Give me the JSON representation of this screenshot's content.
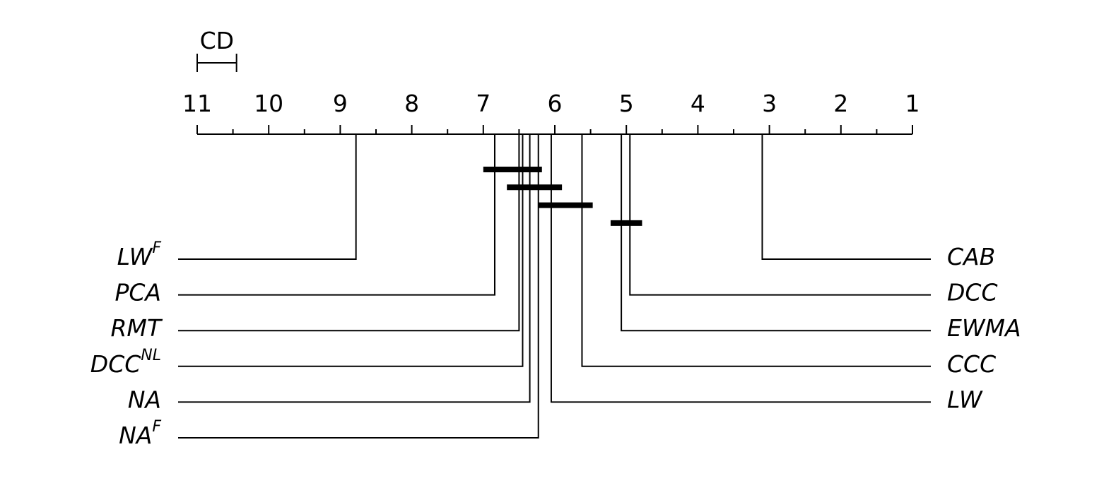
{
  "chart_data": {
    "type": "critical-difference-diagram",
    "axis": {
      "min": 1,
      "max": 11,
      "reversed": true,
      "tick_labels": [
        "11",
        "10",
        "9",
        "8",
        "7",
        "6",
        "5",
        "4",
        "3",
        "2",
        "1"
      ]
    },
    "cd": {
      "label": "CD",
      "value": 0.55
    },
    "methods_left": [
      {
        "label": "LW",
        "sup": "F",
        "rank": 8.78
      },
      {
        "label": "PCA",
        "sup": "",
        "rank": 6.84
      },
      {
        "label": "RMT",
        "sup": "",
        "rank": 6.5
      },
      {
        "label": "DCC",
        "sup": "NL",
        "rank": 6.45
      },
      {
        "label": "NA",
        "sup": "",
        "rank": 6.35
      },
      {
        "label": "NA",
        "sup": "F",
        "rank": 6.23
      }
    ],
    "methods_right": [
      {
        "label": "CAB",
        "sup": "",
        "rank": 3.1
      },
      {
        "label": "DCC",
        "sup": "",
        "rank": 4.95
      },
      {
        "label": "EWMA",
        "sup": "",
        "rank": 5.07
      },
      {
        "label": "CCC",
        "sup": "",
        "rank": 5.62
      },
      {
        "label": "LW",
        "sup": "",
        "rank": 6.05
      }
    ],
    "cliques": [
      {
        "from": 7.0,
        "to": 6.18
      },
      {
        "from": 6.67,
        "to": 5.9
      },
      {
        "from": 6.23,
        "to": 5.47
      },
      {
        "from": 5.22,
        "to": 4.78
      }
    ]
  }
}
